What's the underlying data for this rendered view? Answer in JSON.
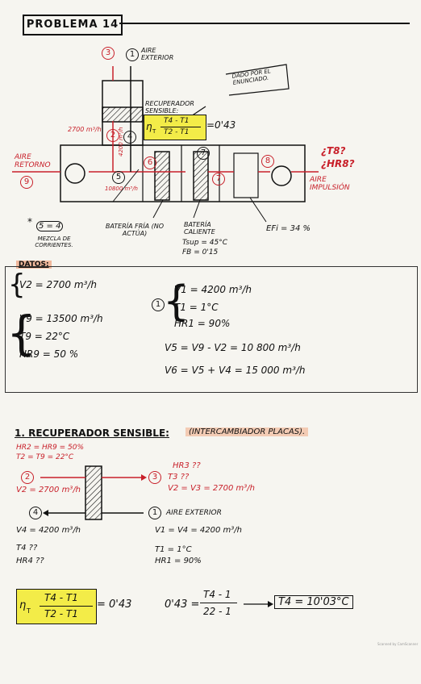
{
  "header": {
    "title": "PROBLEMA 14"
  },
  "diagram": {
    "labels": {
      "aire_exterior": "AIRE EXTERIOR",
      "dado_por": "DADO POR EL ENUNCIADO.",
      "recuperador": "RECUPERADOR SENSIBLE:",
      "formula_lhs": "η",
      "formula_sub": "T",
      "formula_num": "T4 - T1",
      "formula_den": "T2 - T1",
      "formula_rhs": "=0'43",
      "flow_2700": "2700 m³/h",
      "flow_4200": "4200 m³/h",
      "flow_10800": "10800 m³/h",
      "aire_retorno": "AIRE RETORNO",
      "t8_question": "¿T8?",
      "hr8_question": "¿HR8?",
      "aire_impulsion": "AIRE IMPULSIÓN",
      "bateria_fria": "BATERÍA FRÍA (NO ACTÚA)",
      "bateria_caliente": "BATERÍA CALIENTE",
      "tsup": "Tsup = 45°C",
      "fb": "FB = 0'15",
      "efi": "EFi = 34 %",
      "mezcla": "MEZCLA DE CORRIENTES.",
      "mezcla_star": "*",
      "mezcla_eq": "5 = 4",
      "n1": "1",
      "n2": "2",
      "n3": "3",
      "n4": "4",
      "n5": "5",
      "n6": "6",
      "n7": "7",
      "n8": "8",
      "n9": "9"
    }
  },
  "datos": {
    "title": "DATOS:",
    "v2": "V2 = 2700 m³/h",
    "v9": "V9 = 13500 m³/h",
    "t9": "T9 = 22°C",
    "hr9": "HR9 = 50 %",
    "v1": "V1 = 4200 m³/h",
    "t1": "T1 = 1°C",
    "hr1": "HR1 = 90%",
    "v5_eq": "V5 = V9 - V2 = 10 800 m³/h",
    "v6_eq": "V6 = V5 + V4 = 15 000 m³/h",
    "circle1": "1"
  },
  "section1": {
    "title": "1. RECUPERADOR SENSIBLE:",
    "subtitle": "(INTERCAMBIADOR PLACAS).",
    "hr2": "HR2 = HR9 = 50%",
    "t2": "T2 = T9 = 22°C",
    "v2": "V2 = 2700 m³/h",
    "hr3": "HR3 ??",
    "t3": "T3 ??",
    "v23": "V2 = V3 = 2700 m³/h",
    "n2": "2",
    "n3": "3",
    "n4": "4",
    "n1": "1",
    "aire_exterior": "AIRE EXTERIOR",
    "v4": "V4 = 4200 m³/h",
    "v14": "V1 = V4 = 4200 m³/h",
    "t4": "T4 ??",
    "hr4": "HR4 ??",
    "t1": "T1 = 1°C",
    "hr1": "HR1 = 90%",
    "eta_num": "T4 - T1",
    "eta_den": "T2 - T1",
    "eta_rhs": "= 0'43",
    "calc_lhs": "0'43 =",
    "calc_num": "T4 - 1",
    "calc_den": "22 - 1",
    "result": "T4 = 10'03°C"
  },
  "footer": {
    "scan": "Scanned by CamScanner"
  }
}
